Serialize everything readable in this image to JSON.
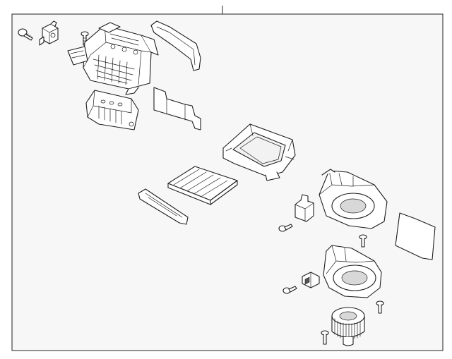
{
  "diagram": {
    "title": "",
    "parts": [
      "screw-top-left",
      "actuator-top-left",
      "screw-top-small",
      "intake-door-housing",
      "duct-seal",
      "door-assembly",
      "foam-seal",
      "filter-case",
      "cabin-air-filter",
      "filter-cover",
      "resistor",
      "screw-resistor",
      "blower-upper-case",
      "screw-upper-case",
      "side-seal",
      "blower-lower-case",
      "motor-connector",
      "screw-connector",
      "screw-lower-case",
      "blower-motor",
      "screw-motor"
    ]
  }
}
